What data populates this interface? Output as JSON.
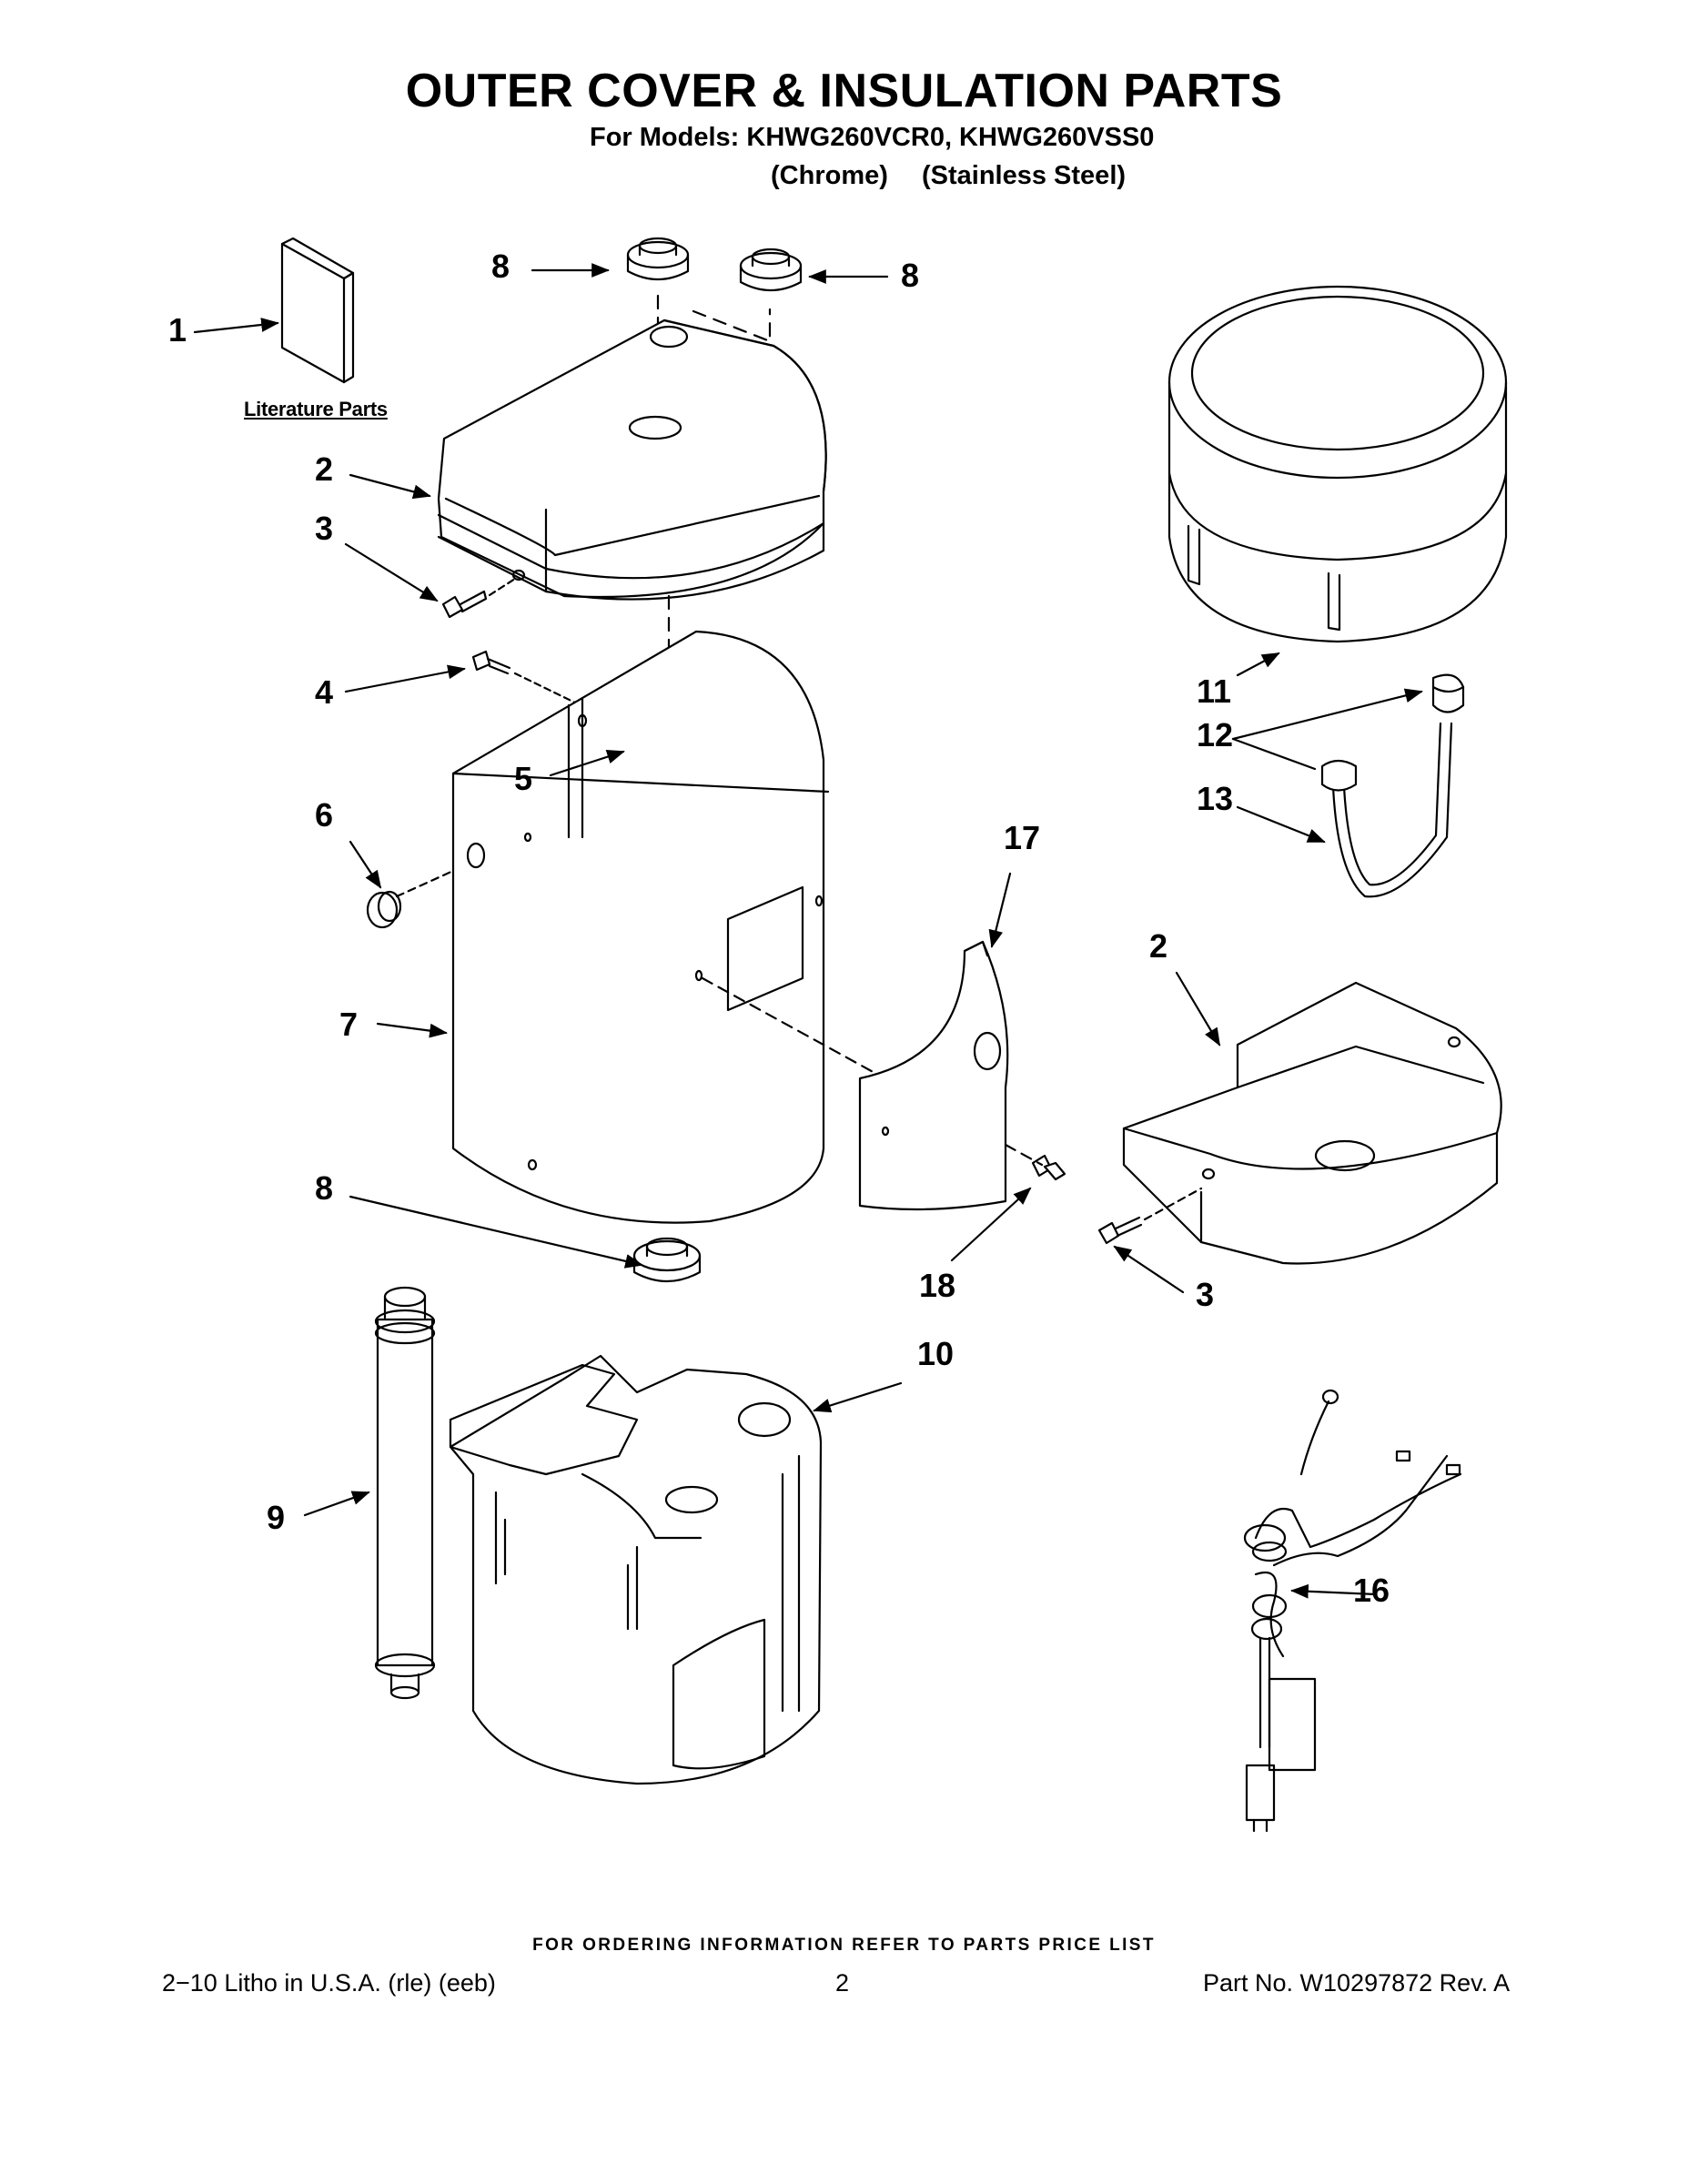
{
  "title": "OUTER COVER & INSULATION PARTS",
  "models_line": "For Models: KHWG260VCR0, KHWG260VSS0",
  "variants": [
    "(Chrome)",
    "(Stainless Steel)"
  ],
  "literature_label": "Literature Parts",
  "callouts": {
    "c1": "1",
    "c2a": "2",
    "c2b": "2",
    "c3a": "3",
    "c3b": "3",
    "c4": "4",
    "c5": "5",
    "c6": "6",
    "c7": "7",
    "c8a": "8",
    "c8b": "8",
    "c8c": "8",
    "c9": "9",
    "c10": "10",
    "c11": "11",
    "c12": "12",
    "c13": "13",
    "c16": "16",
    "c17": "17",
    "c18": "18"
  },
  "footer": {
    "ordering_note": "FOR ORDERING INFORMATION REFER TO PARTS PRICE LIST",
    "litho": "2−10 Litho in U.S.A. (rle) (eeb)",
    "page_number": "2",
    "part_number": "Part No. W10297872 Rev. A"
  }
}
